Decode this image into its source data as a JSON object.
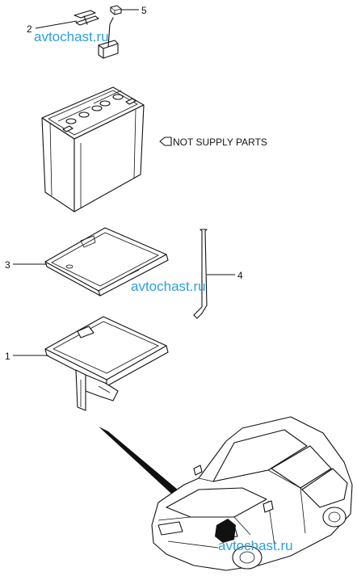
{
  "callouts": {
    "c1": "1",
    "c2": "2",
    "c3": "3",
    "c4": "4",
    "c5": "5"
  },
  "note": {
    "text": "NOT SUPPLY PARTS"
  },
  "watermarks": {
    "w1": "avtochast.ru",
    "w2": "avtochast.ru",
    "w3": "avtochast.ru"
  },
  "icons": [
    "note-arrow-icon"
  ]
}
